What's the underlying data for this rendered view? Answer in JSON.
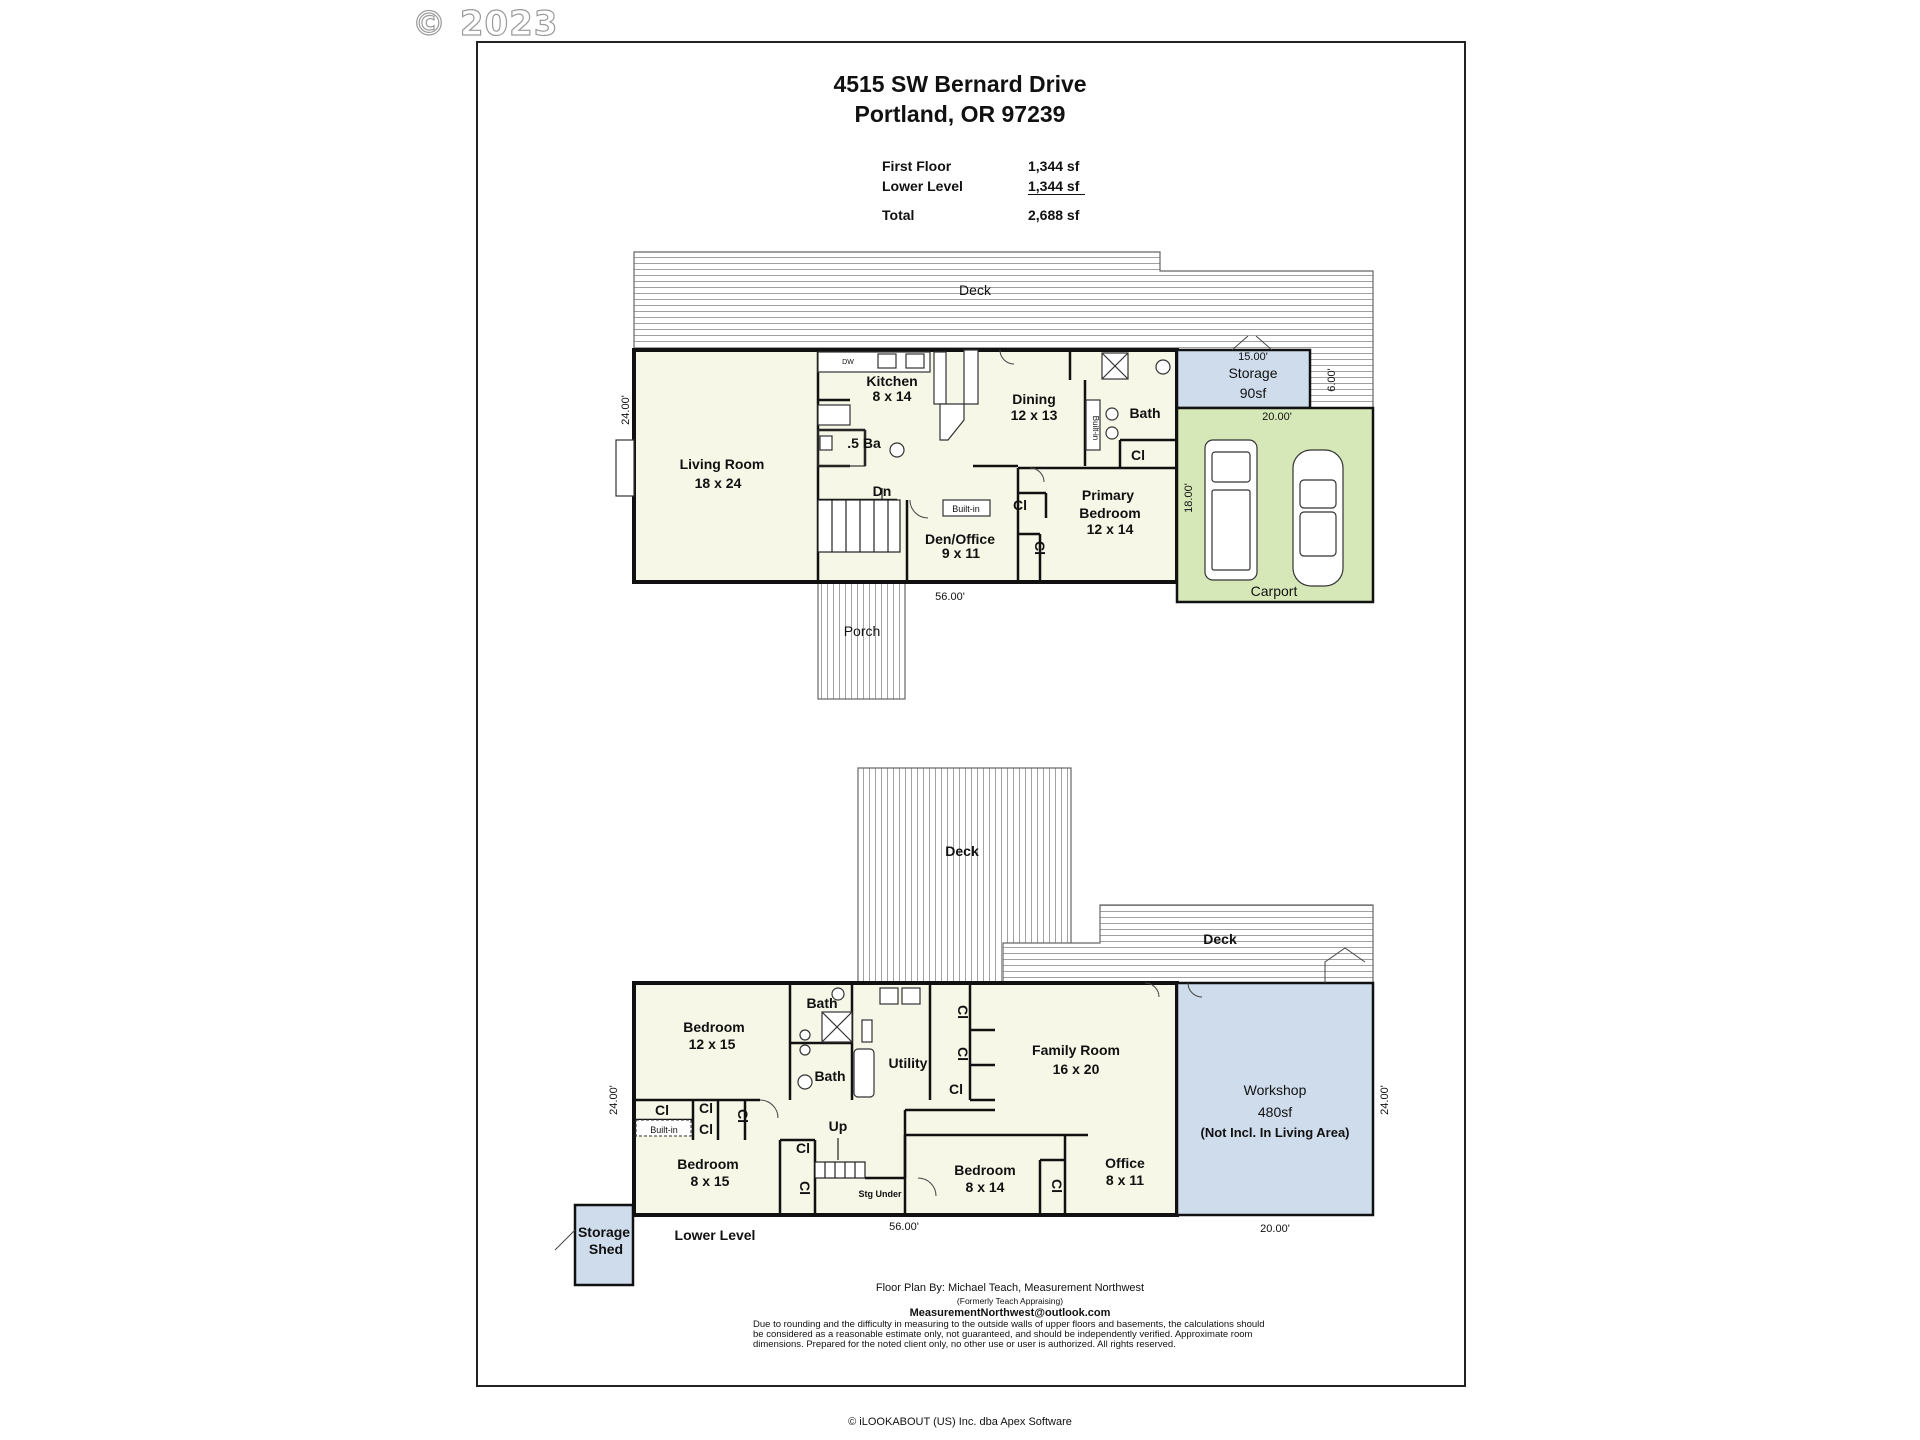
{
  "watermark": "© 2023",
  "header": {
    "line1": "4515 SW Bernard Drive",
    "line2": "Portland, OR 97239"
  },
  "areas": [
    {
      "label": "First Floor",
      "value": "1,344 sf"
    },
    {
      "label": "Lower Level",
      "value": "1,344 sf"
    },
    {
      "label": "Total",
      "value": "2,688 sf"
    }
  ],
  "first_floor": {
    "deck": "Deck",
    "kitchen": "Kitchen",
    "kitchen_dim": "8 x 14",
    "dining": "Dining",
    "dining_dim": "12 x 13",
    "half_bath": ".5 Ba",
    "living": "Living Room",
    "living_dim": "18 x 24",
    "dn": "Dn",
    "builtin_den": "Built-in",
    "builtin_dining": "Built-in",
    "cl_den": "Cl",
    "cl_hall": "Cl",
    "cl_bath": "Cl",
    "den": "Den/Office",
    "den_dim": "9 x 11",
    "bath": "Bath",
    "primary1": "Primary",
    "primary2": "Bedroom",
    "primary_dim": "12 x 14",
    "storage": "Storage",
    "storage_sf": "90sf",
    "carport": "Carport",
    "porch": "Porch",
    "dw": "DW",
    "dim_56": "56.00'",
    "dim_24": "24.00'",
    "dim_15": "15.00'",
    "dim_6": "6.00'",
    "dim_20": "20.00'",
    "dim_18": "18.00'"
  },
  "lower_level": {
    "deck_top": "Deck",
    "deck_right": "Deck",
    "bath_upper": "Bath",
    "bath_lower": "Bath",
    "bedroom1": "Bedroom",
    "bedroom1_dim": "12 x 15",
    "utility": "Utility",
    "cl_a": "Cl",
    "cl_b": "Cl",
    "cl_c": "Cl",
    "family": "Family Room",
    "family_dim": "16 x 20",
    "workshop": "Workshop",
    "workshop_sf": "480sf",
    "workshop_note": "(Not Incl. In Living Area)",
    "cl_left": "Cl",
    "cl_mid1": "Cl",
    "cl_mid2": "Cl",
    "cl_mid3": "Cl",
    "builtin": "Built-in",
    "up": "Up",
    "cl_stair": "Cl",
    "cl_stair2": "Cl",
    "bedroom2": "Bedroom",
    "bedroom2_dim": "8 x 15",
    "stg_under": "Stg Under",
    "bedroom3": "Bedroom",
    "bedroom3_dim": "8 x 14",
    "cl_bed3": "Cl",
    "office": "Office",
    "office_dim": "8 x 11",
    "shed1": "Storage",
    "shed2": "Shed",
    "level_label": "Lower Level",
    "dim_56": "56.00'",
    "dim_20": "20.00'",
    "dim_24_left": "24.00'",
    "dim_24_right": "24.00'"
  },
  "credits": {
    "by": "Floor Plan By: Michael Teach, Measurement Northwest",
    "formerly": "(Formerly Teach Appraising)",
    "email": "MeasurementNorthwest@outlook.com",
    "disclaimer": "Due to rounding and the difficulty in measuring to the outside walls of upper floors and basements, the calculations should be considered as a reasonable estimate only, not guaranteed, and should be independently verified. Approximate room dimensions. Prepared for the noted client only, no other use or user is authorized. All rights reserved."
  },
  "copyright": "© iLOOKABOUT (US) Inc. dba Apex Software",
  "colors": {
    "room_fill": "#f6f7e6",
    "storage_fill": "#cfdcec",
    "carport_fill": "#d6e8b8",
    "workshop_fill": "#cfdcec"
  }
}
